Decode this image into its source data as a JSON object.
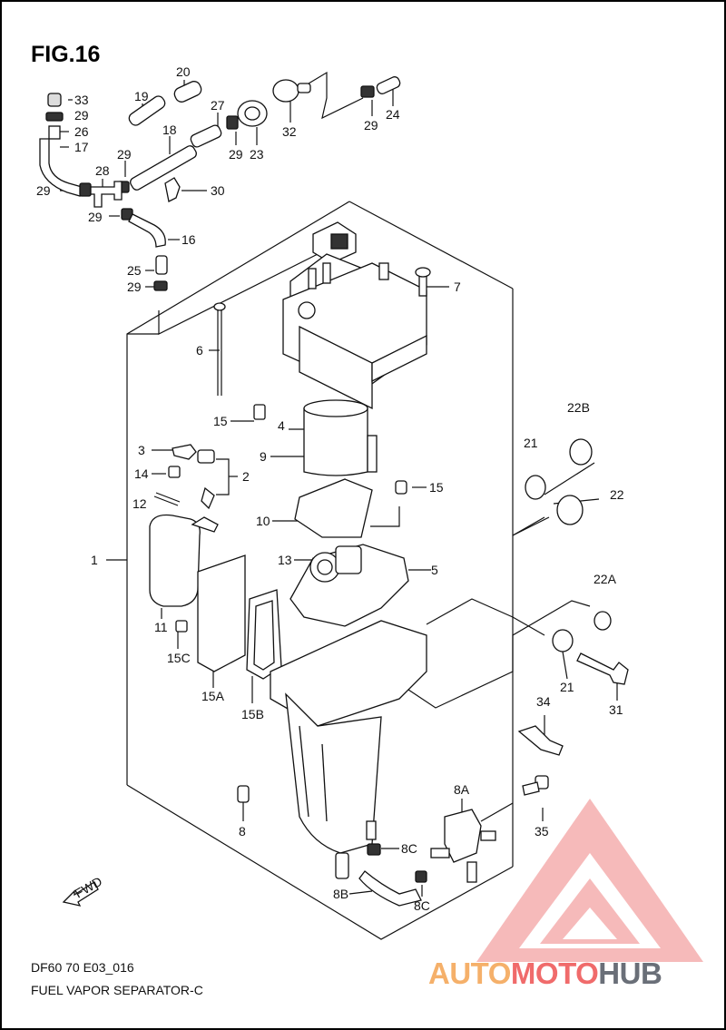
{
  "figure": {
    "title": "FIG.16",
    "code": "DF60 70 E03_016",
    "name": "FUEL VAPOR SEPARATOR-C"
  },
  "watermark": {
    "part1": "AUTO",
    "part2": "MOTO",
    "part3": "HUB",
    "colors": {
      "orange": "#f5b06a",
      "red": "#f06b6b",
      "gray": "#6a6f78"
    }
  },
  "fwd_label": "FWD",
  "callouts": {
    "c33": "33",
    "c29a": "29",
    "c26": "26",
    "c17": "17",
    "c19": "19",
    "c20": "20",
    "c27": "27",
    "c18": "18",
    "c29b": "29",
    "c23": "23",
    "c32": "32",
    "c29c": "29",
    "c24": "24",
    "c28": "28",
    "c29d": "29",
    "c29e": "29",
    "c30": "30",
    "c29f": "29",
    "c16": "16",
    "c25": "25",
    "c29g": "29",
    "c7": "7",
    "c6": "6",
    "c15a": "15",
    "c4": "4",
    "c9": "9",
    "c3": "3",
    "c14": "14",
    "c2": "2",
    "c12": "12",
    "c15b": "15",
    "c10": "10",
    "c1": "1",
    "c13": "13",
    "c5": "5",
    "c11": "11",
    "c15c": "15C",
    "c15at": "15A",
    "c15bt": "15B",
    "c22b": "22B",
    "c21a": "21",
    "c22": "22",
    "c22a": "22A",
    "c21b": "21",
    "c31": "31",
    "c34": "34",
    "c8a": "8A",
    "c35": "35",
    "c8": "8",
    "c8c1": "8C",
    "c8b": "8B",
    "c8c2": "8C"
  }
}
